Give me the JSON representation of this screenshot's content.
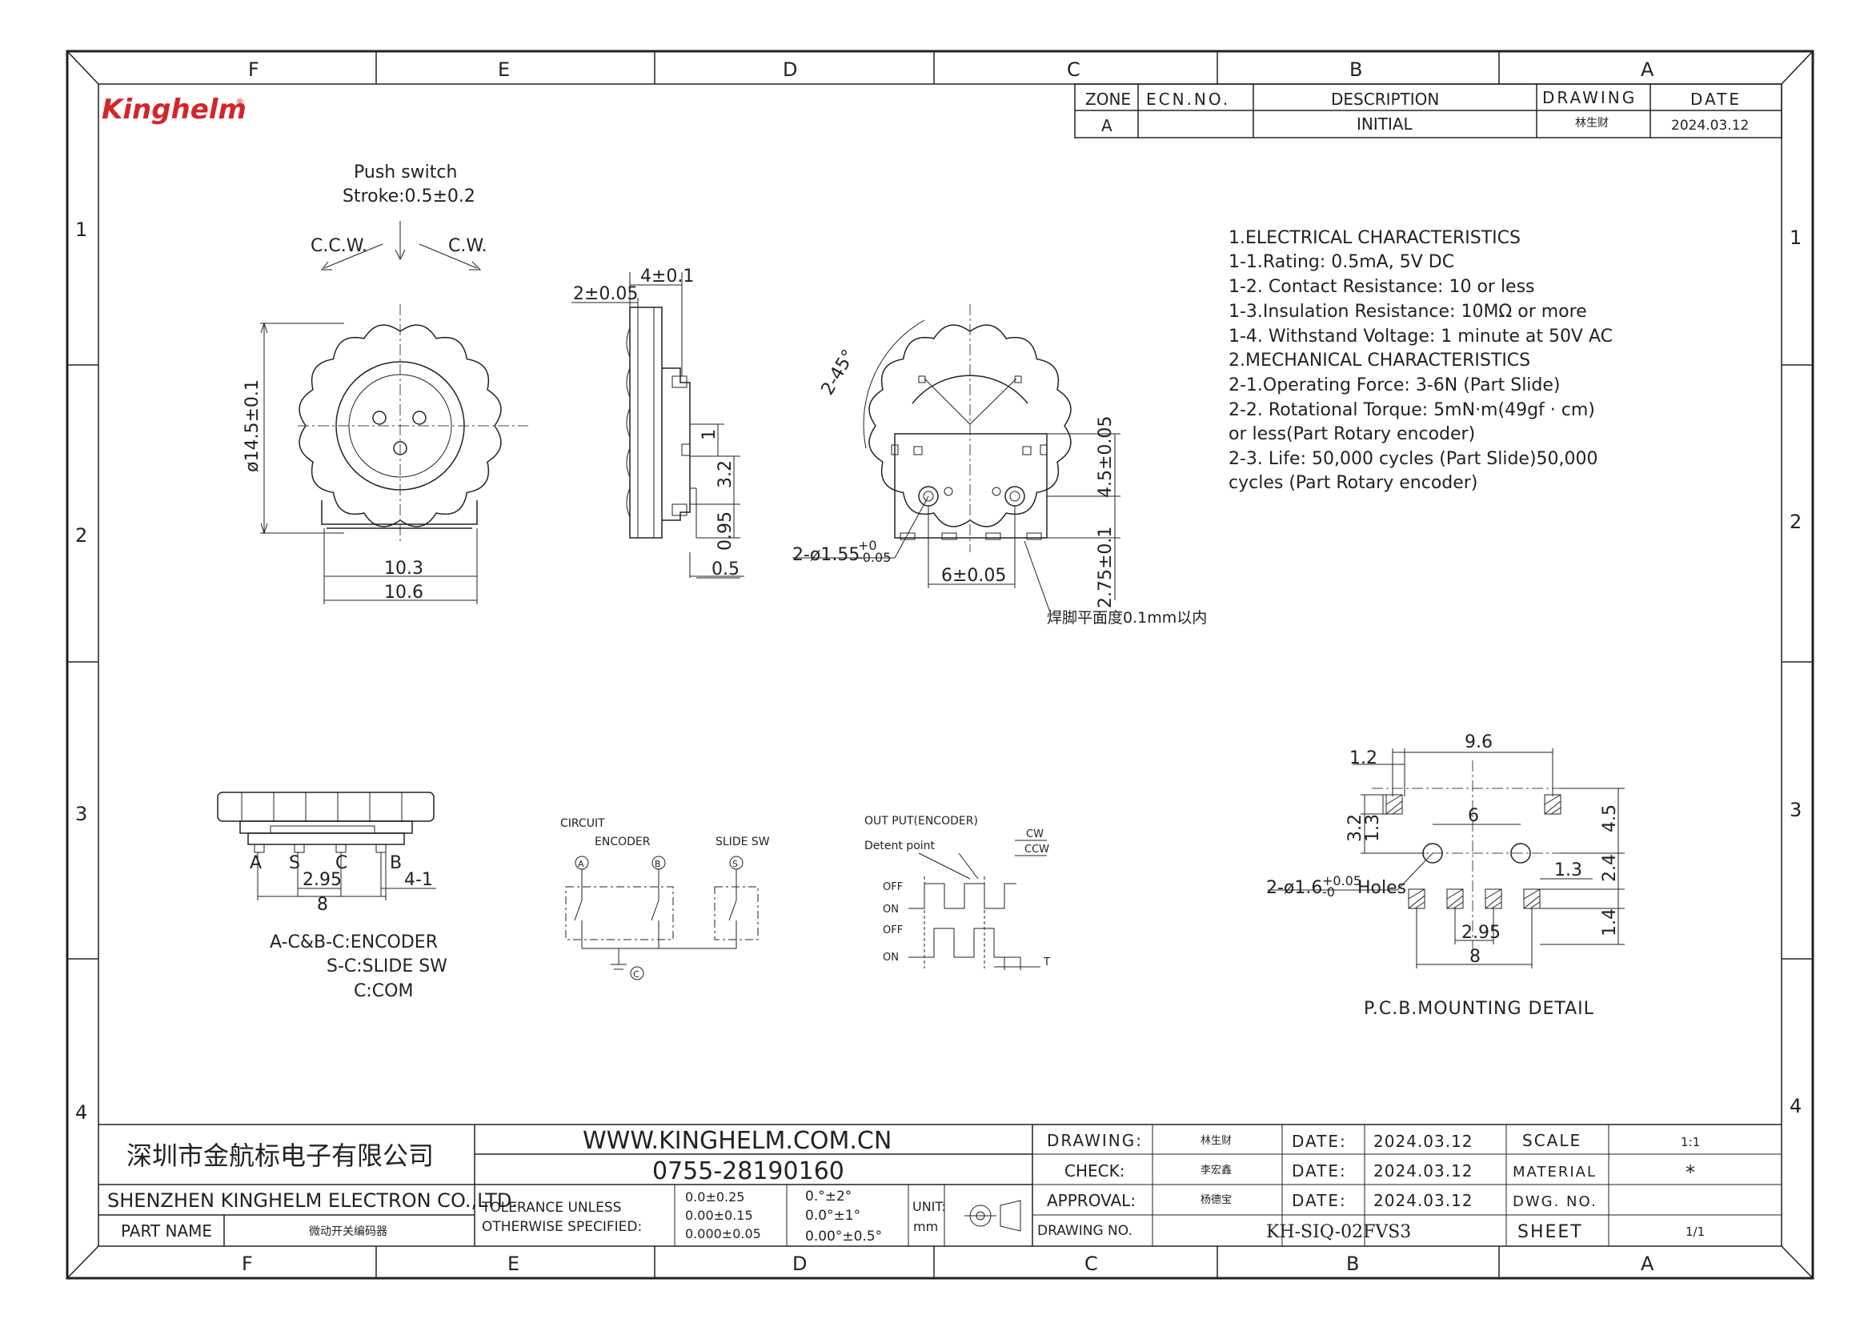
{
  "brand": {
    "logo_text": "Kinghelm",
    "registered": "®",
    "color": "#d4252b"
  },
  "frame": {
    "top_cols": [
      "F",
      "E",
      "D",
      "C",
      "B",
      "A"
    ],
    "bottom_cols": [
      "F",
      "E",
      "D",
      "C",
      "B",
      "A"
    ],
    "rows": [
      "1",
      "2",
      "3",
      "4"
    ]
  },
  "revision": {
    "headers": {
      "zone": "ZONE",
      "ecn": "ECN.NO.",
      "description": "DESCRIPTION",
      "drawing": "DRAWING",
      "date": "DATE"
    },
    "row": {
      "zone": "A",
      "ecn": "",
      "description": "INITIAL",
      "drawing": "林生财",
      "date": "2024.03.12"
    }
  },
  "front_view": {
    "push_switch": "Push switch",
    "stroke": "Stroke:0.5±0.2",
    "ccw": "C.C.W.",
    "cw": "C.W.",
    "diameter": "ø14.5±0.1",
    "width1": "10.3",
    "width2": "10.6"
  },
  "side_view": {
    "thickness": "4±0.1",
    "knob": "2±0.05",
    "d1": "1",
    "d32": "3.2",
    "d095": "0.95",
    "d05": "0.5"
  },
  "back_view": {
    "angle": "2-45°",
    "height": "4.5±0.05",
    "holes": "2-ø1.55",
    "holes_tol_up": "+0",
    "holes_tol_dn": "-0.05",
    "pitch": "6±0.05",
    "pin": "2.75±0.1",
    "flatness": "焊脚平面度0.1mm以内"
  },
  "specs": [
    "1.ELECTRICAL CHARACTERISTICS",
    " 1-1.Rating: 0.5mA, 5V DC",
    " 1-2. Contact Resistance: 10 or less",
    " 1-3.Insulation Resistance: 10MΩ or more",
    " 1-4. Withstand Voltage: 1 minute at 50V AC",
    "2.MECHANICAL CHARACTERISTICS",
    " 2-1.Operating Force: 3-6N (Part Slide)",
    " 2-2. Rotational Torque: 5mN·m(49gf · cm)",
    " or less(Part Rotary encoder)",
    " 2-3. Life: 50,000 cycles (Part Slide)50,000",
    " cycles (Part Rotary encoder)"
  ],
  "bottom_view": {
    "pins": [
      "A",
      "S",
      "C",
      "B"
    ],
    "pitch": "2.95",
    "span": "8",
    "count": "4-1",
    "legend": [
      "A-C&B-C:ENCODER",
      "S-C:SLIDE SW",
      "C:COM"
    ]
  },
  "circuit": {
    "title": "CIRCUIT",
    "encoder": "ENCODER",
    "slide": "SLIDE SW",
    "a": "A",
    "b": "B",
    "s": "S",
    "c": "C"
  },
  "output": {
    "title": "OUT PUT(ENCODER)",
    "detent": "Detent point",
    "cw": "CW",
    "ccw": "CCW",
    "off1": "OFF",
    "on1": "ON",
    "off2": "OFF",
    "on2": "ON",
    "t": "T"
  },
  "pcb": {
    "w96": "9.6",
    "w12": "1.2",
    "w6": "6",
    "h32": "3.2",
    "h13a": "1.3",
    "h45": "4.5",
    "h13b": "1.3",
    "h24": "2.4",
    "h14": "1.4",
    "w295": "2.95",
    "w8": "8",
    "holes": "2-ø1.6",
    "holes_up": "+0.05",
    "holes_dn": "-0",
    "holes_txt": "Holes",
    "title": "P.C.B.MOUNTING DETAIL"
  },
  "titleblock": {
    "company_cn": "深圳市金航标电子有限公司",
    "company_en": "SHENZHEN KINGHELM ELECTRON CO.,LTD.",
    "website": "WWW.KINGHELM.COM.CN",
    "phone": "0755-28190160",
    "part_name_label": "PART NAME",
    "part_name": "微动开关编码器",
    "tol_label1": "TOLERANCE UNLESS",
    "tol_label2": "OTHERWISE SPECIFIED:",
    "tol1": "0.0±0.25",
    "tol2": "0.00±0.15",
    "tol3": "0.000±0.05",
    "ang1": "0.°±2°",
    "ang2": "0.0°±1°",
    "ang3": "0.00°±0.5°",
    "unit_label": "UNIT:",
    "unit": "mm",
    "drawing_label": "DRAWING:",
    "drawing_name": "林生财",
    "check_label": "CHECK:",
    "check_name": "李宏鑫",
    "approval_label": "APPROVAL:",
    "approval_name": "杨德宝",
    "date_label": "DATE:",
    "date1": "2024.03.12",
    "date2": "2024.03.12",
    "date3": "2024.03.12",
    "scale_label": "SCALE",
    "scale": "1:1",
    "material_label": "MATERIAL",
    "material": "*",
    "dwgno_label": "DWG. NO.",
    "dwgno": "",
    "drawingno_label": "DRAWING NO.",
    "drawingno": "KH-SIQ-02FVS3",
    "sheet_label": "SHEET",
    "sheet": "1/1"
  }
}
